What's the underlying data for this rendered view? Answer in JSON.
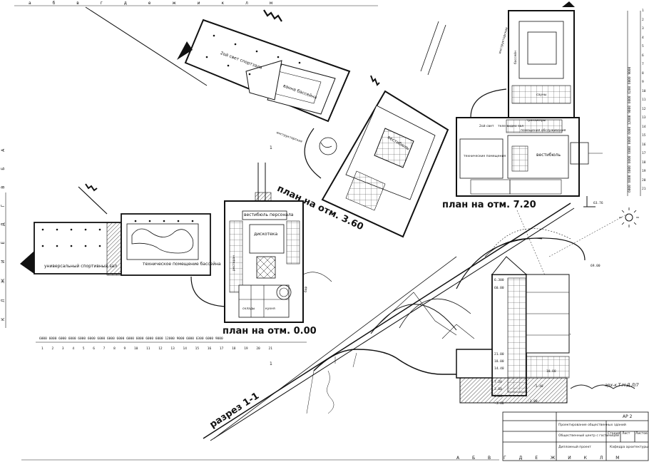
{
  "plan_labels": {
    "plan_0": "план на отм. 0.00",
    "plan_3": "план на отм. 3.60",
    "plan_7": "план на отм. 7.20",
    "section": "разрез 1-1"
  },
  "room_labels": {
    "sports_hall": "универсальный спортивный зал",
    "pool_tech": "техническое помещение бассейна",
    "disco": "дискотека",
    "vestibule_staff": "вестибюль персонала",
    "kitchen": "кухня",
    "storage": "склады",
    "gym_2nd_light": "2ой свет спортзала",
    "pool_bath": "ванна бассейна",
    "vestibule": "вестибюль",
    "lobby_right": "вестибюль",
    "tech_rooms": "технические помещения",
    "service_rooms": "помещения обслуживания",
    "pool_right": "бассейн",
    "saunas": "сауны",
    "trainers": "тренажеры",
    "instructor": "инструкторская",
    "second_light": "2ой свет",
    "tele": "теле видео зал",
    "restaurant": "ресторан",
    "bar": "бар"
  },
  "axis_letters_top": "а б в г д е ж и к л м",
  "axis_letters_bottom": "А Б В Г Д Е Ж И К Л М",
  "axis_letters_left": "К Л Ж И Е Д Г В Б А",
  "dims_bottom_text": [
    "6000",
    "6000",
    "6000",
    "6000",
    "6000",
    "6000",
    "6000",
    "6000",
    "6000",
    "6000",
    "6000",
    "6000",
    "6000",
    "12000",
    "9000",
    "6000",
    "6300",
    "6000",
    "9000"
  ],
  "axis_numbers_bottom": [
    "1",
    "2",
    "3",
    "4",
    "5",
    "6",
    "7",
    "8",
    "9",
    "10",
    "11",
    "12",
    "13",
    "14",
    "15",
    "16",
    "17",
    "18",
    "19",
    "20",
    "21"
  ],
  "dims_right": [
    "6000",
    "6000",
    "6000",
    "6000",
    "6000",
    "6000",
    "6000",
    "12000",
    "9000",
    "6000",
    "6200",
    "6000",
    "9000"
  ],
  "axis_numbers_right": [
    "1",
    "2",
    "3",
    "4",
    "5",
    "6",
    "7",
    "8",
    "9",
    "10",
    "11",
    "12",
    "13",
    "14",
    "15",
    "16",
    "17",
    "18",
    "19",
    "20",
    "21"
  ],
  "elevations": [
    "63.76",
    "69.00",
    "6.300",
    "60.00",
    "21.00",
    "18.00",
    "14.40",
    "10.80",
    "7.20",
    "3.60",
    "0.00",
    "-1.80",
    "-3.60",
    "-5.40"
  ],
  "section_marker": "1",
  "stamp": {
    "sheet": "АР 2",
    "title_1": "Проектирование общественных зданий",
    "title_2": "Общественный центр с гостиницей",
    "project": "Дипломный проект",
    "org": "Кафедра архитектуры",
    "stage": "Стадия",
    "sheet_lbl": "Лист",
    "sheets_lbl": "Листов",
    "signature": "арх-к Т.Н.Д.Л/7"
  }
}
